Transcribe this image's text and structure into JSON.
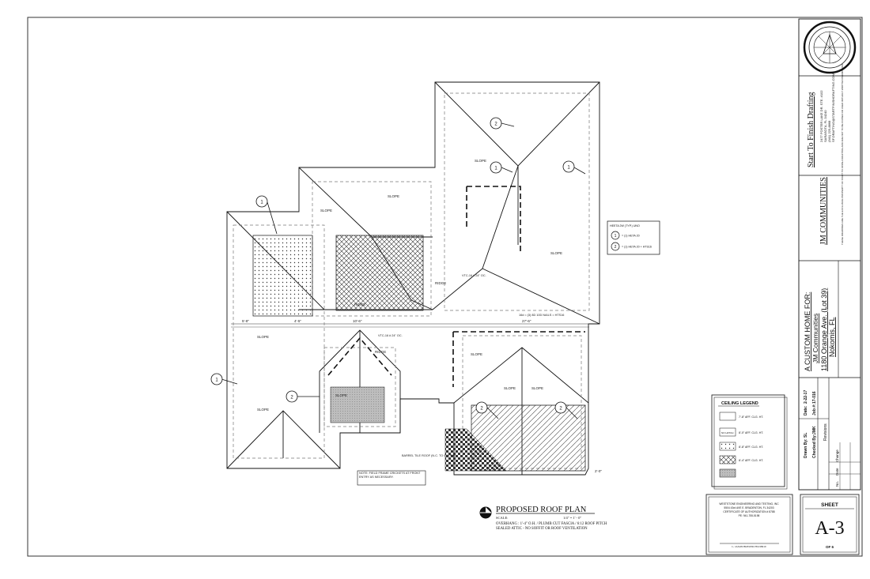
{
  "plan": {
    "slope_label": "SLOPE",
    "ridge_label": "RIDGE",
    "callout_1": "1",
    "callout_2": "2",
    "note_valley": "VTC-16 # 24\" OC.",
    "note_valley2": "VTC-16 # 24\" OC.",
    "note_nails": "16d = (3) 8D 10D NAILS = HTS16",
    "note_barrel": "BARREL TILE ROOF (N.C. TO COORD.)",
    "note_field": "NOTE: FIELD FRAME CRICKETS AT FRONT ENTRY AS NECESSARY.",
    "dim_1": "5'-8\"",
    "dim_2": "10'-6\"",
    "dim_3": "27'-6\"",
    "dim_4": "4'-5\"",
    "dim_5": "2'-0\""
  },
  "legend_box": {
    "title": "HEETA 2W (TYP.) UNO",
    "row1": "= (1) HETA 20",
    "row2": "= (1) HETA 20 + HTS16"
  },
  "ceiling_legend": {
    "title": "CEILING LEGEND",
    "items": [
      "7'-8\" AFF. CLG. HT.",
      "NO HATCH",
      "8'-0\" AFF. CLG. HT.",
      "8'-8\" AFF. CLG. HT.",
      "8'-4\" AFF. CLG. HT."
    ]
  },
  "plan_title": {
    "title": "PROPOSED ROOF PLAN",
    "scale_label": "SCALE:",
    "scale_value": "1/4\" = 1' - 0\"",
    "line1": "OVERHANG : 1'-4\" O.H. / PLUMB CUT FASCIA / 6:12 ROOF PITCH",
    "line2": "SEALED ATTIC - NO SOFFIT OR ROOF VENTILATION"
  },
  "engineer": {
    "name": "WESTSTONE ENGINEERING AND TESTING, INC",
    "address": "5504 43rd AVE E. BRADENTON, FL 34203",
    "cert": "CERTIFICATE OF AUTHORIZATION # 8788",
    "pe": "PE: 941-755-5198",
    "signature": "L. JASON BREUER PE# 68910"
  },
  "title_block": {
    "company": "Start To Finish Drafting",
    "address1": "2477 FOSTER LAKE DR. STE. #102",
    "address2": "SARASOTA, FL 34240",
    "phone": "(941) 225-8868",
    "email": "SF.DRAFTING@STARTFINISHDRAFTING.COM",
    "client": "JM COMMUNITIES",
    "project_line1": "A CUSTOM HOME FOR:",
    "project_line2": "JM Communities",
    "project_line3": "1180 Orange Ave. (Lot 39)",
    "project_line4": "Nokomis, FL",
    "date_label": "Date:",
    "date_value": "2-22-17",
    "job_label": "Job #:",
    "job_value": "17-016",
    "drawn_label": "Drawn By:",
    "drawn_value": "SL",
    "checked_label": "Checked By:",
    "checked_value": "JMK",
    "revisions": "Revisions",
    "no": "No.",
    "date_col": "Date",
    "change": "Change",
    "sheet_label": "SHEET",
    "sheet_number": "A-3",
    "sheet_of": "OF 6",
    "disclaimer": "THESE DRAWINGS ARE THE EXCLUSIVE PROPERTY OF START TO FINISH DRAFTING AND ARE NOT TO BE COPIED OR USED WITHOUT WRITTEN PERMISSION."
  },
  "colors": {
    "line": "#111111",
    "dashed": "#777777",
    "paper": "#ffffff"
  }
}
